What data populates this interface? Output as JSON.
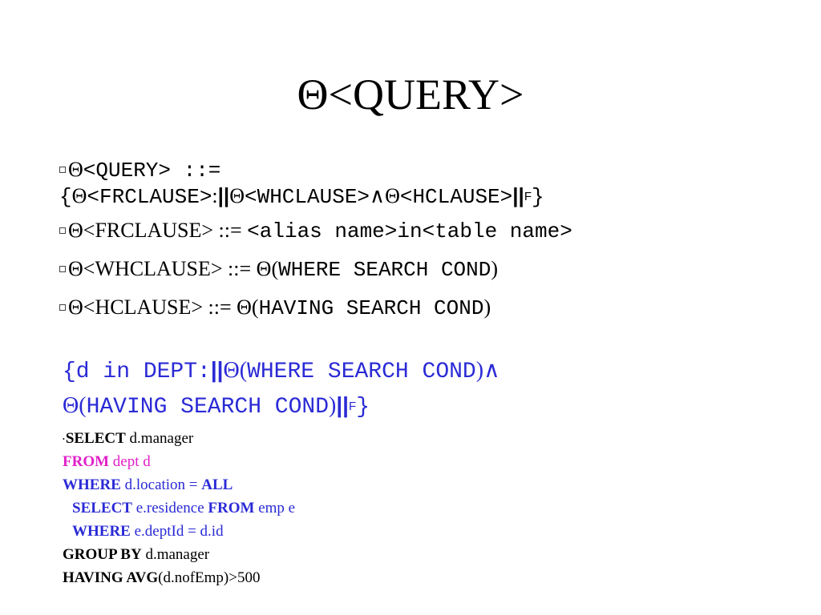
{
  "title": "Θ<QUERY>",
  "rules": {
    "r1_theta": "Θ",
    "r1_lhs": "<QUERY> ::=",
    "r1_open": "{",
    "r1_theta2": "Θ",
    "r1_frc": "<FRCLAUSE>",
    "r1_colon": ":",
    "r1_bars1": "||",
    "r1_theta3": "Θ",
    "r1_wh": "<WHCLAUSE>",
    "r1_and": "∧",
    "r1_theta4": "Θ",
    "r1_hc": "<HCLAUSE>",
    "r1_bars2": "||",
    "r1_sup": "F",
    "r1_close": "}",
    "r2_theta": "Θ",
    "r2_lhs": "<FRCLAUSE>",
    "r2_assign": " ::= ",
    "r2_rhs": "<alias name>in<table name>",
    "r3_theta": "Θ",
    "r3_lhs": "<WHCLAUSE>",
    "r3_assign": " ::= ",
    "r3_theta2": "Θ",
    "r3_open": "(",
    "r3_rhs": "WHERE SEARCH COND",
    "r3_close": ")",
    "r4_theta": "Θ",
    "r4_lhs": "<HCLAUSE>",
    "r4_assign": " ::= ",
    "r4_theta2": "Θ",
    "r4_open": "(",
    "r4_rhs": "HAVING SEARCH COND",
    "r4_close": ")"
  },
  "example": {
    "l1_a": "{d in DEPT:",
    "l1_bars": "||",
    "l1_theta": "Θ",
    "l1_open": "(",
    "l1_cond": "WHERE SEARCH COND",
    "l1_close": ")",
    "l1_and": "∧",
    "l2_theta": "Θ",
    "l2_open": "(",
    "l2_cond": "HAVING SEARCH COND",
    "l2_close": ")",
    "l2_bars": "||",
    "l2_sup": "F",
    "l2_close_brace": "}"
  },
  "sql": {
    "select_kw": "SELECT",
    "select_val": " d.manager",
    "from_kw": "FROM",
    "from_val": " dept d",
    "where_kw": "WHERE",
    "where_val": " d.location = ",
    "where_all": "ALL",
    "sub_select_kw": "SELECT",
    "sub_select_val": " e.residence ",
    "sub_from_kw": "FROM",
    "sub_from_val": " emp e",
    "sub_where_kw": "WHERE",
    "sub_where_val": " e.deptId = d.id",
    "group_kw": "GROUP BY",
    "group_val": " d.manager",
    "having_kw": "HAVING AVG",
    "having_val": "(d.nofEmp)>500"
  },
  "colors": {
    "blue": "#2a2ad6",
    "magenta": "#e020c8",
    "text": "#000000"
  }
}
